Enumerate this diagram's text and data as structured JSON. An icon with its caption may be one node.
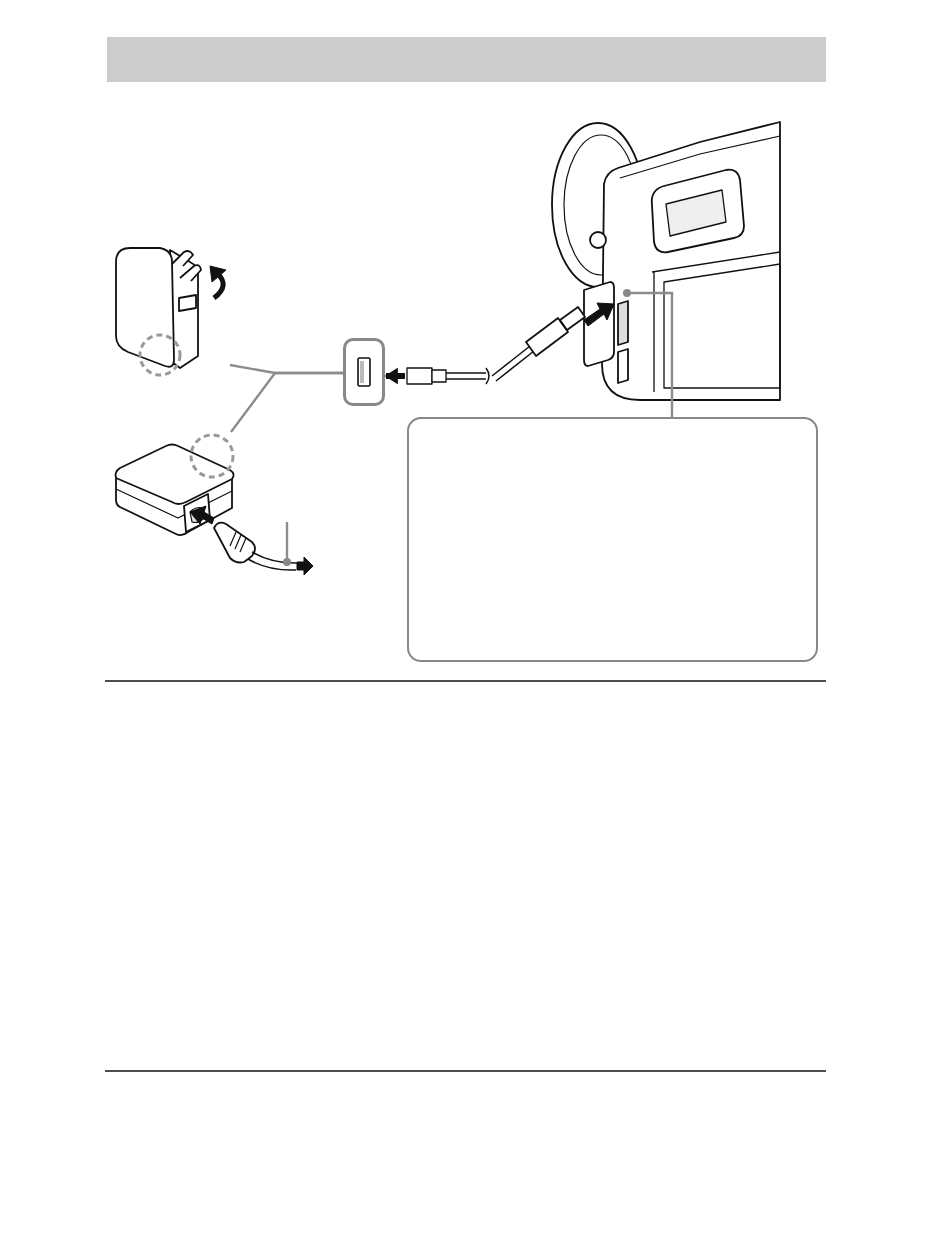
{
  "diagram": {
    "nodes": [
      {
        "text": [],
        "shape": "picture"
      },
      {
        "text": [],
        "shape": "picture"
      },
      {
        "text": [],
        "shape": "box"
      },
      {
        "text": [],
        "shape": "picture"
      },
      {
        "text": [],
        "shape": "circle",
        "in": 3
      },
      {
        "text": [],
        "shape": "box"
      },
      {
        "text": [],
        "shape": "circle",
        "in": 1
      }
    ],
    "edges": [
      {
        "from": 0,
        "to": 2,
        "arrow": "none"
      },
      {
        "from": 1,
        "to": 2,
        "arrow": "none"
      },
      {
        "from": 5,
        "to": 4,
        "arrow": "none"
      },
      {
        "from": null,
        "to": 6,
        "arrow": "none"
      },
      {
        "from": 3,
        "to": 2,
        "arrow": "to",
        "style": "thick",
        "color": "#111111"
      }
    ]
  }
}
